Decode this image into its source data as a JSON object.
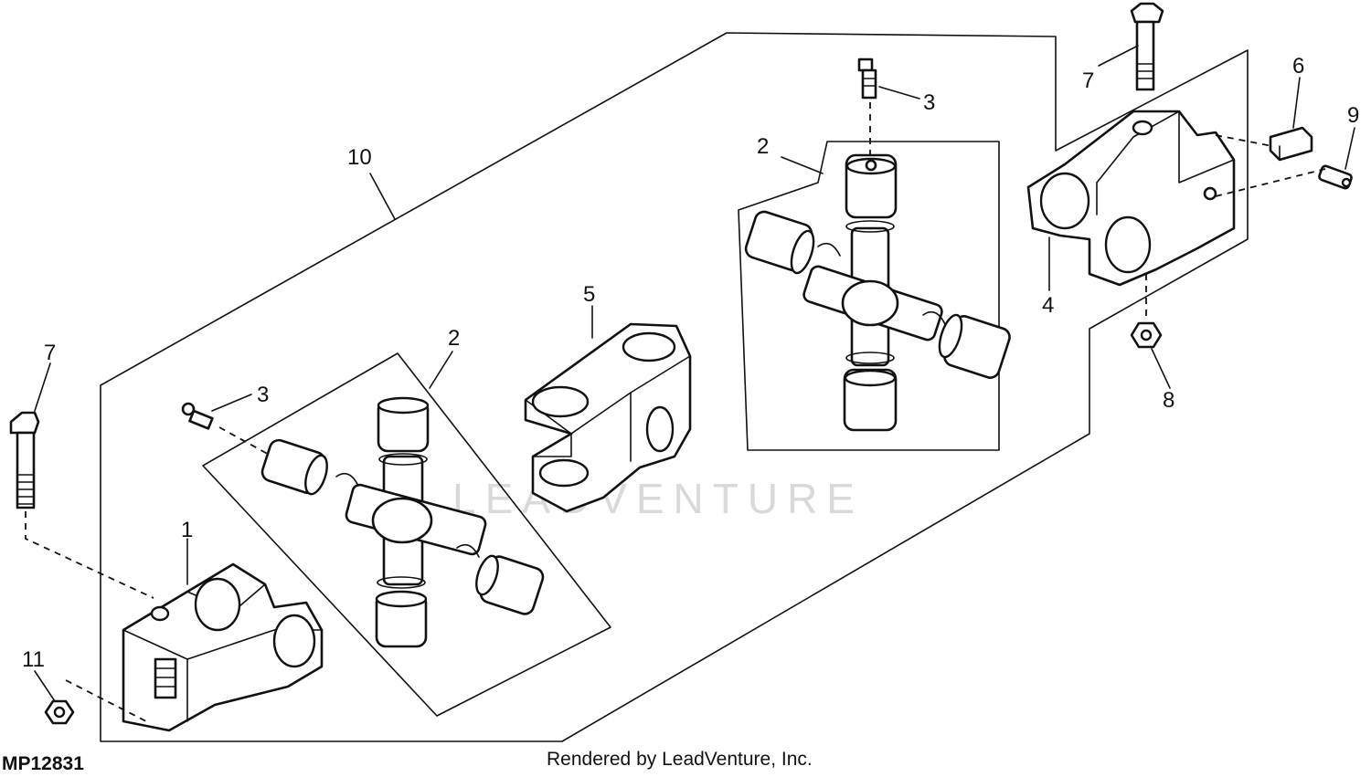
{
  "diagram": {
    "figure_id": "MP12831",
    "footer_text": "Rendered by LeadVenture, Inc.",
    "watermark": "LEADVENTURE",
    "callouts": {
      "c1": "1",
      "c2a": "2",
      "c2b": "2",
      "c3a": "3",
      "c3b": "3",
      "c4": "4",
      "c5": "5",
      "c6": "6",
      "c7a": "7",
      "c7b": "7",
      "c8": "8",
      "c9": "9",
      "c10": "10",
      "c11": "11"
    }
  }
}
